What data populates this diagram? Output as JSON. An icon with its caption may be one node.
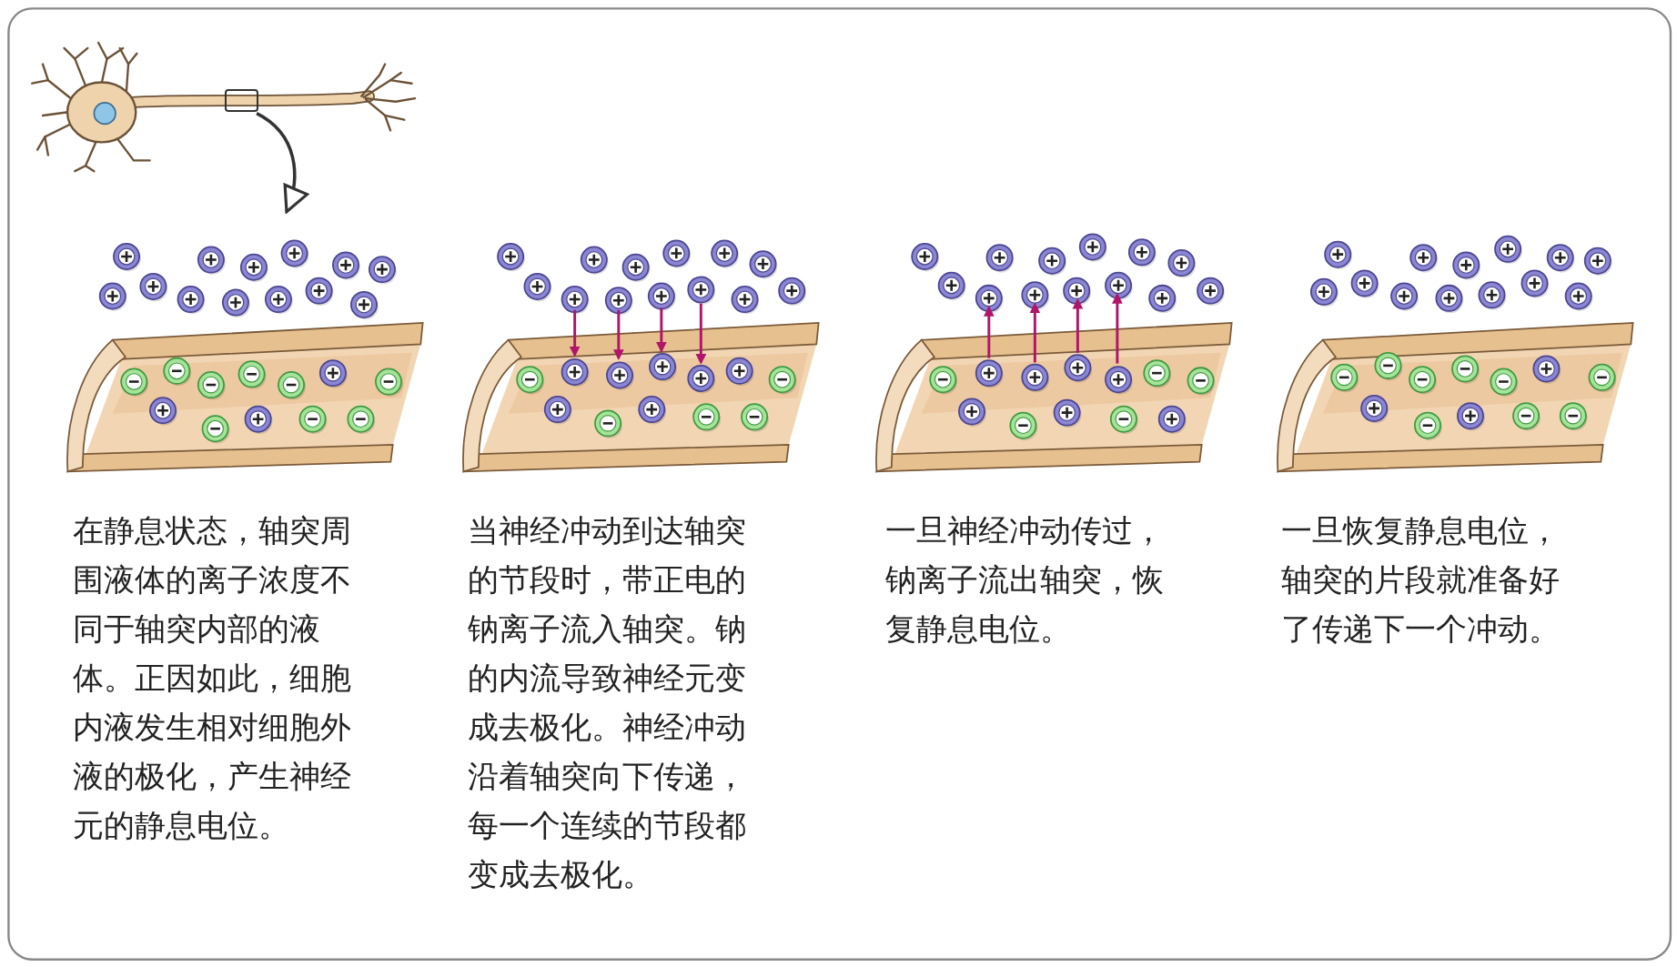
{
  "diagram": {
    "nodes": [
      {
        "text": [],
        "shape": "box"
      },
      {
        "text": [],
        "shape": "picture",
        "beside": [
          "在静息状态，轴突周围液体的离子浓度不同于轴突内部的液体。正因如此，细胞内液发生相对细胞外液的极化，产生神经元的静息电位。"
        ]
      },
      {
        "text": [],
        "shape": "picture",
        "beside": [
          "当神经冲动到达轴突的节段时，带正电的钠离子流入轴突。钠的内流导致神经元变成去极化。神经冲动沿着轴突向下传递，每一个连续的节段都变成去极化。"
        ]
      },
      {
        "text": [],
        "shape": "picture",
        "beside": [
          "一旦神经冲动传过，钠离子流出轴突，恢复静息电位。"
        ]
      },
      {
        "text": [],
        "shape": "picture",
        "beside": [
          "一旦恢复静息电位，轴突的片段就准备好了传递下一个冲动。"
        ]
      }
    ],
    "edges": [
      {
        "from": 0,
        "to": 1,
        "arrow": "to"
      }
    ]
  }
}
